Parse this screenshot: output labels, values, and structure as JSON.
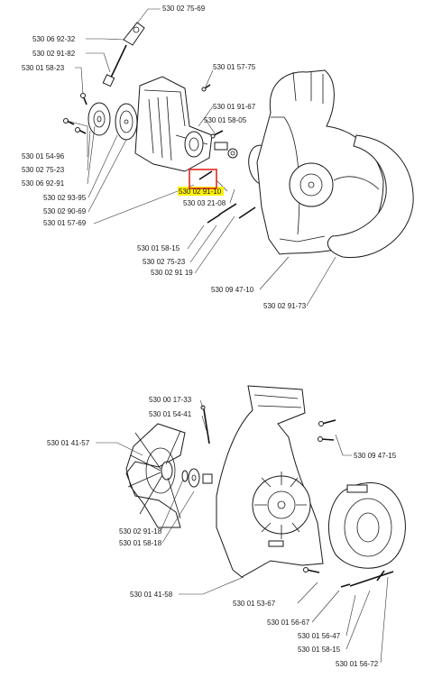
{
  "diagram": {
    "highlight": {
      "fill_color": "#fff200",
      "box_color": "#e0281f"
    },
    "top_labels": [
      "530 02 75-69",
      "530 06 92-32",
      "530 02 91-82",
      "530 01 58-23",
      "530 01 57-75",
      "530 01 91-67",
      "530 01 58-05",
      "530 01 54-96",
      "530 02 75-23",
      "530 06 92-91",
      "530 02 93-95",
      "530 02 90-69",
      "530 01 57-69",
      "530 02 91-10",
      "530 03 21-08",
      "530 01 58-15",
      "530 02 75-23",
      "530 02 91 19",
      "530 09 47-10",
      "530 02 91-73"
    ],
    "bottom_labels": [
      "530 00 17-33",
      "530 01 54-41",
      "530 01 41-57",
      "530 09 47-15",
      "530 02 91-18",
      "530 01 58-18",
      "530 01 41-58",
      "530 01 53-67",
      "530 01 56-67",
      "530 01 56-47",
      "530 01 58-15",
      "530 01 56-72"
    ]
  }
}
